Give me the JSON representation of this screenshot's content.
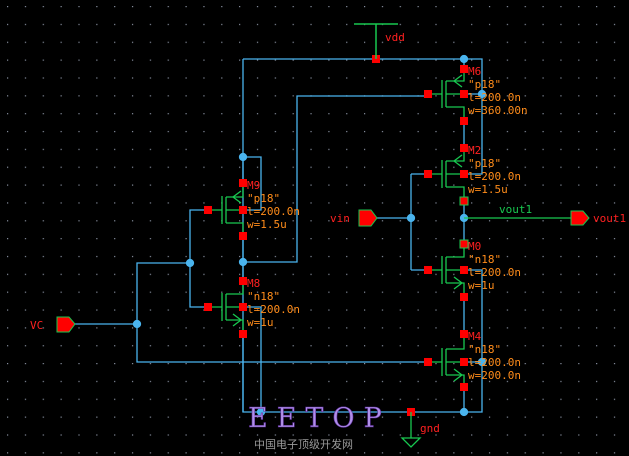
{
  "colors": {
    "wire": "#4ab4ee",
    "device": "#18c850",
    "pin": "#ff0000",
    "label": "#ff2020",
    "param": "#ff8c1a",
    "netlabel": "#18c850",
    "grid": "#8890a0"
  },
  "transistors": [
    {
      "name": "M6",
      "model": "\"p18\"",
      "l": "l=200.0n",
      "w": "w=360.00n",
      "type": "pmos"
    },
    {
      "name": "M2",
      "model": "\"p18\"",
      "l": "l=200.0n",
      "w": "w=1.5u",
      "type": "pmos"
    },
    {
      "name": "M0",
      "model": "\"n18\"",
      "l": "l=200.0n",
      "w": "w=1u",
      "type": "nmos"
    },
    {
      "name": "M4",
      "model": "\"n18\"",
      "l": "l=200.0n",
      "w": "w=200.0n",
      "type": "nmos"
    },
    {
      "name": "M9",
      "model": "\"p18\"",
      "l": "l=200.0n",
      "w": "w=1.5u",
      "type": "pmos"
    },
    {
      "name": "M8",
      "model": "\"n18\"",
      "l": "l=200.0n",
      "w": "w=1u",
      "type": "nmos"
    }
  ],
  "pins": {
    "vc": "VC",
    "vin": "vin",
    "vout": "vout1"
  },
  "nets": {
    "vout": "vout1",
    "vdd": "vdd",
    "gnd": "gnd"
  },
  "watermark": {
    "logo": "EETOP",
    "subtitle": "中国电子顶级开发网"
  }
}
